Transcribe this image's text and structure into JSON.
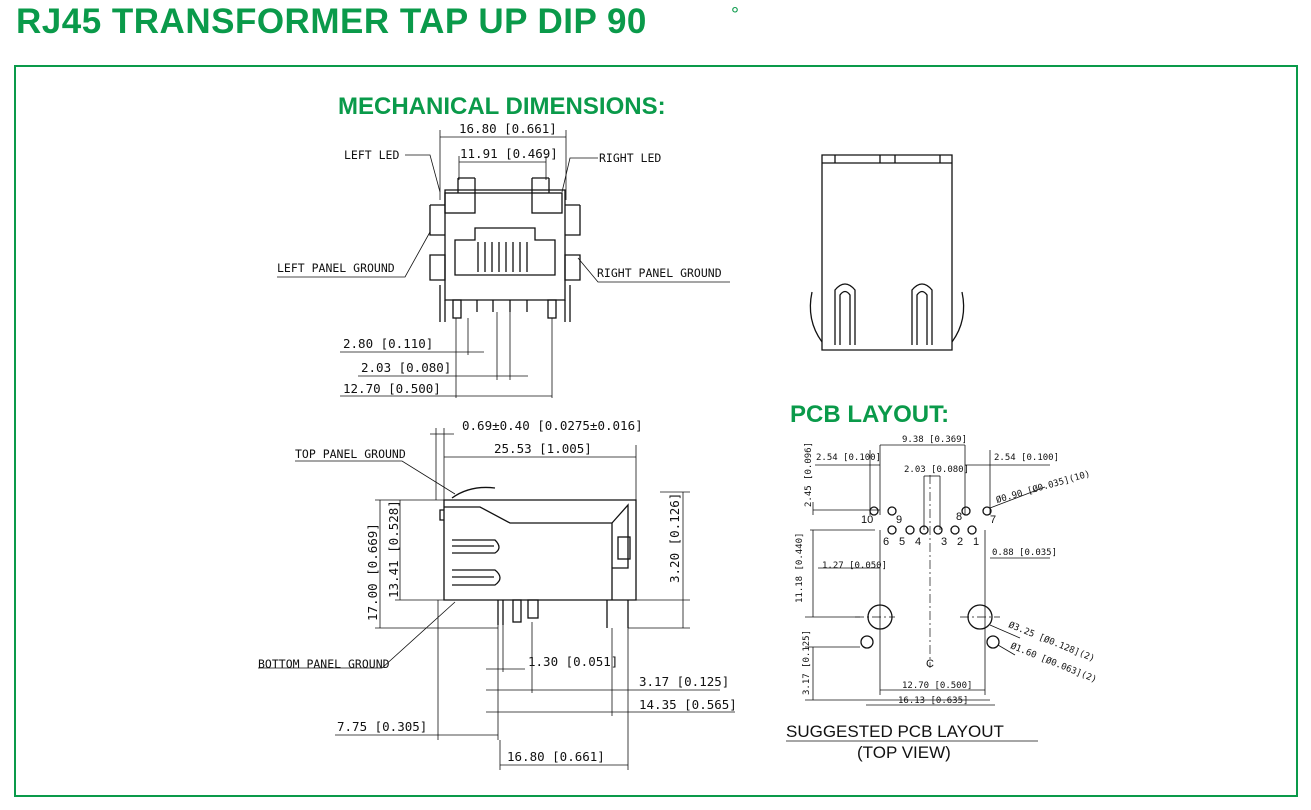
{
  "title": "RJ45 TRANSFORMER TAP UP DIP 90",
  "title_degree": "°",
  "sections": {
    "mechanical": "MECHANICAL DIMENSIONS:",
    "pcb": "PCB LAYOUT:"
  },
  "front_view": {
    "width_total": "16.80 [0.661]",
    "led_spacing": "11.91 [0.469]",
    "left_led": "LEFT LED",
    "right_led": "RIGHT LED",
    "left_panel_ground": "LEFT PANEL GROUND",
    "right_panel_ground": "RIGHT PANEL GROUND",
    "dim_280": "2.80 [0.110]",
    "dim_203": "2.03 [0.080]",
    "dim_1270": "12.70 [0.500]"
  },
  "side_view": {
    "tolerance": "0.69±0.40 [0.0275±0.016]",
    "length": "25.53 [1.005]",
    "top_panel_ground": "TOP PANEL GROUND",
    "bottom_panel_ground": "BOTTOM PANEL GROUND",
    "height_total": "17.00 [0.669]",
    "height_inner": "13.41 [0.528]",
    "pin_height": "3.20 [0.126]",
    "dim_130": "1.30 [0.051]",
    "dim_317": "3.17 [0.125]",
    "dim_1435": "14.35 [0.565]",
    "dim_775": "7.75 [0.305]",
    "dim_1680": "16.80 [0.661]"
  },
  "pcb_layout": {
    "dim_938": "9.38 [0.369]",
    "dim_254_left": "2.54 [0.100]",
    "dim_254_right": "2.54 [0.100]",
    "dim_203": "2.03 [0.080]",
    "dim_245": "2.45 [0.096]",
    "hole_090": "Ø0.90 [Ø0.035](10)",
    "dim_088": "0.88 [0.035]",
    "dim_127": "1.27 [0.050]",
    "dim_1118": "11.18 [0.440]",
    "hole_325": "Ø3.25 [Ø0.128](2)",
    "hole_160": "Ø1.60 [Ø0.063](2)",
    "dim_317": "3.17 [0.125]",
    "dim_1270": "12.70 [0.500]",
    "dim_1613": "16.13 [0.635]",
    "centerline": "C",
    "pins": [
      "10",
      "9",
      "8",
      "7",
      "6",
      "5",
      "4",
      "3",
      "2",
      "1"
    ],
    "caption": "SUGGESTED PCB LAYOUT",
    "caption_sub": "(TOP VIEW)"
  }
}
